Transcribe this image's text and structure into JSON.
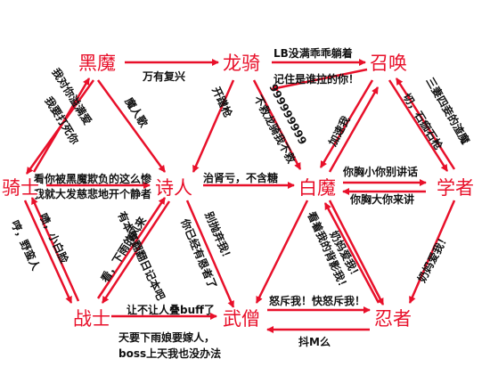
{
  "nodes": {
    "heimo": "黑魔",
    "longqi": "龙骑",
    "zhaohuan": "召唤",
    "qishi": "骑士",
    "shiren": "诗人",
    "baimo": "白魔",
    "xuezhe": "学者",
    "zhanshi": "战士",
    "wuseng": "武僧",
    "renzhe": "忍者"
  },
  "labels": {
    "heimo_longqi": "万有复兴",
    "longqi_zhaohuan_1": "LB没满乖乖躺着",
    "longqi_zhaohuan_2": "记住是谁拉的你！",
    "heimo_shiren": "魔人歌",
    "longqi_shiren": "开蹭枪",
    "longqi_baimo": "不救龙骑我不救",
    "longqi_baimo_nines": "999999999",
    "zhaohuan_baimo": "加速我",
    "zhaohuan_xuezhe_1": "切，石痂石枪",
    "zhaohuan_xuezhe_2": "三妻四妾的渣魔",
    "heimo_qishi": "我对你溢满爱",
    "heimo_qishi_2": "我要打死你",
    "qishi_shiren_1": "看你被黑魔欺负的这么惨",
    "qishi_shiren_2": "我就大发慈悲地开个静者",
    "shiren_baimo": "治肾亏，不含糖",
    "baimo_xuezhe_1": "你胸小你别讲话",
    "baimo_xuezhe_2": "你胸大你来讲",
    "qishi_zhanshi_1": "啧，小白脸",
    "qishi_zhanshi_2": "哼，野蛮人",
    "zhanshi_shiren": "看，下雨的风来",
    "zhanshi_shiren_2": "有本事翻翻日记本吧",
    "shiren_wuseng_1": "别抛弃我！",
    "shiren_wuseng_2": "你已经有恩者了",
    "baimo_wuseng": "看着我的背影我！",
    "baimo_renzhe": "奶妈爱我！",
    "xuezhe_renzhe": "奶妈爱我！",
    "zhanshi_wuseng": "让不让人叠buff了",
    "wuseng_renzhe": "怒斥我！快怒斥我！",
    "renzhe_wuseng": "抖M么",
    "bottom_1": "天要下雨娘要嫁人，",
    "bottom_2": "boss上天我也没办法"
  }
}
